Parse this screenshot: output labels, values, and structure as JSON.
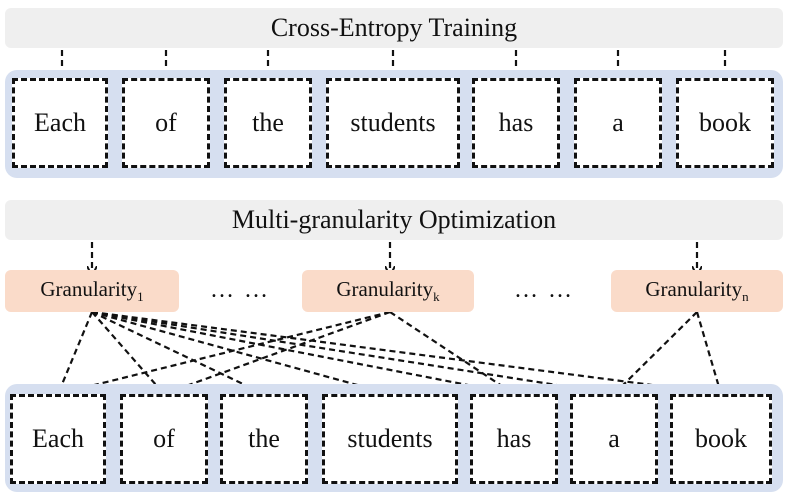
{
  "top_section": {
    "title": "Cross-Entropy Training",
    "tokens": [
      "Each",
      "of",
      "the",
      "students",
      "has",
      "a",
      "book"
    ]
  },
  "bottom_section": {
    "title": "Multi-granularity Optimization",
    "granularities": [
      {
        "base": "Granularity",
        "sub": "1"
      },
      {
        "base": "Granularity",
        "sub": "k"
      },
      {
        "base": "Granularity",
        "sub": "n"
      }
    ],
    "ellipsis": [
      "… …",
      "… …"
    ],
    "tokens": [
      "Each",
      "of",
      "the",
      "students",
      "has",
      "a",
      "book"
    ],
    "connections": {
      "granularity_1": [
        "Each",
        "of",
        "the",
        "students",
        "has",
        "a",
        "book"
      ],
      "granularity_k": [
        "Each",
        "of",
        "has"
      ],
      "granularity_n": [
        "a",
        "book"
      ]
    }
  },
  "colors": {
    "banner": "#efefef",
    "token_band": "#d6dff0",
    "granularity_box": "#fadbc9",
    "line": "#111111"
  }
}
